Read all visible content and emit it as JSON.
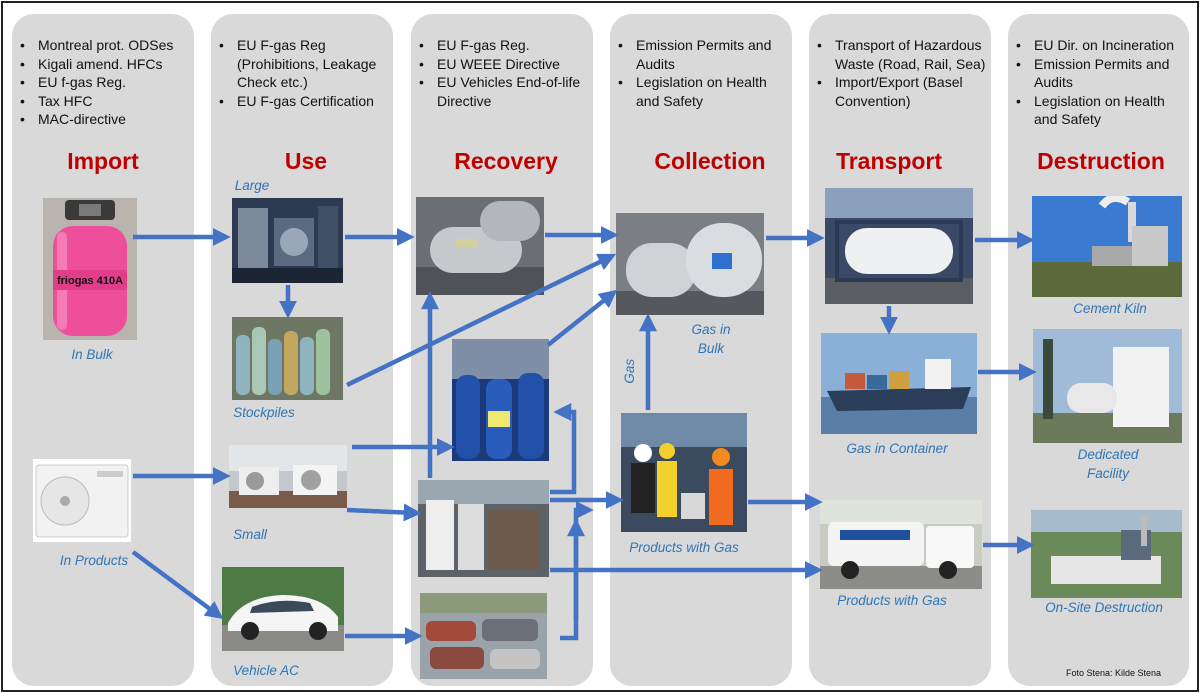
{
  "columns": [
    {
      "heading": "Import",
      "bullets": [
        "Montreal prot. ODSes",
        "Kigali amend. HFCs",
        "EU f-gas Reg.",
        "Tax HFC",
        "MAC-directive"
      ]
    },
    {
      "heading": "Use",
      "bullets": [
        "EU F-gas Reg (Prohibitions, Leakage Check etc.)",
        "EU F-gas Certification"
      ]
    },
    {
      "heading": "Recovery",
      "bullets": [
        "EU F-gas Reg.",
        "EU WEEE Directive",
        "EU Vehicles End-of-life Directive"
      ]
    },
    {
      "heading": "Collection",
      "bullets": [
        "Emission Permits and Audits",
        "Legislation on Health and Safety"
      ]
    },
    {
      "heading": "Transport",
      "bullets": [
        "Transport of Hazardous Waste (Road, Rail, Sea)",
        "Import/Export (Basel Convention)"
      ]
    },
    {
      "heading": "Destruction",
      "bullets": [
        "EU Dir. on Incineration",
        "Emission Permits and Audits",
        "Legislation on Health and Safety"
      ]
    }
  ],
  "captions": {
    "in_bulk": "In Bulk",
    "in_products": "In Products",
    "large": "Large",
    "stockpiles": "Stockpiles",
    "small": "Small",
    "vehicle_ac": "Vehicle AC",
    "gas_in_bulk": "Gas in Bulk",
    "gas_vertical": "Gas",
    "products_with_gas_collection": "Products with Gas",
    "gas_in_container": "Gas in Container",
    "products_with_gas_transport": "Products with Gas",
    "cement_kiln": "Cement Kiln",
    "dedicated_facility": "Dedicated Facility",
    "on_site_destruction": "On-Site Destruction"
  },
  "photo_labels": {
    "refrigerant_can": "friogas 410A"
  },
  "credit": "Foto Stena: Kilde Stena",
  "colors": {
    "panel": "#d9d9d9",
    "heading": "#c00000",
    "caption": "#2e75b6",
    "arrow": "#4472c4"
  }
}
